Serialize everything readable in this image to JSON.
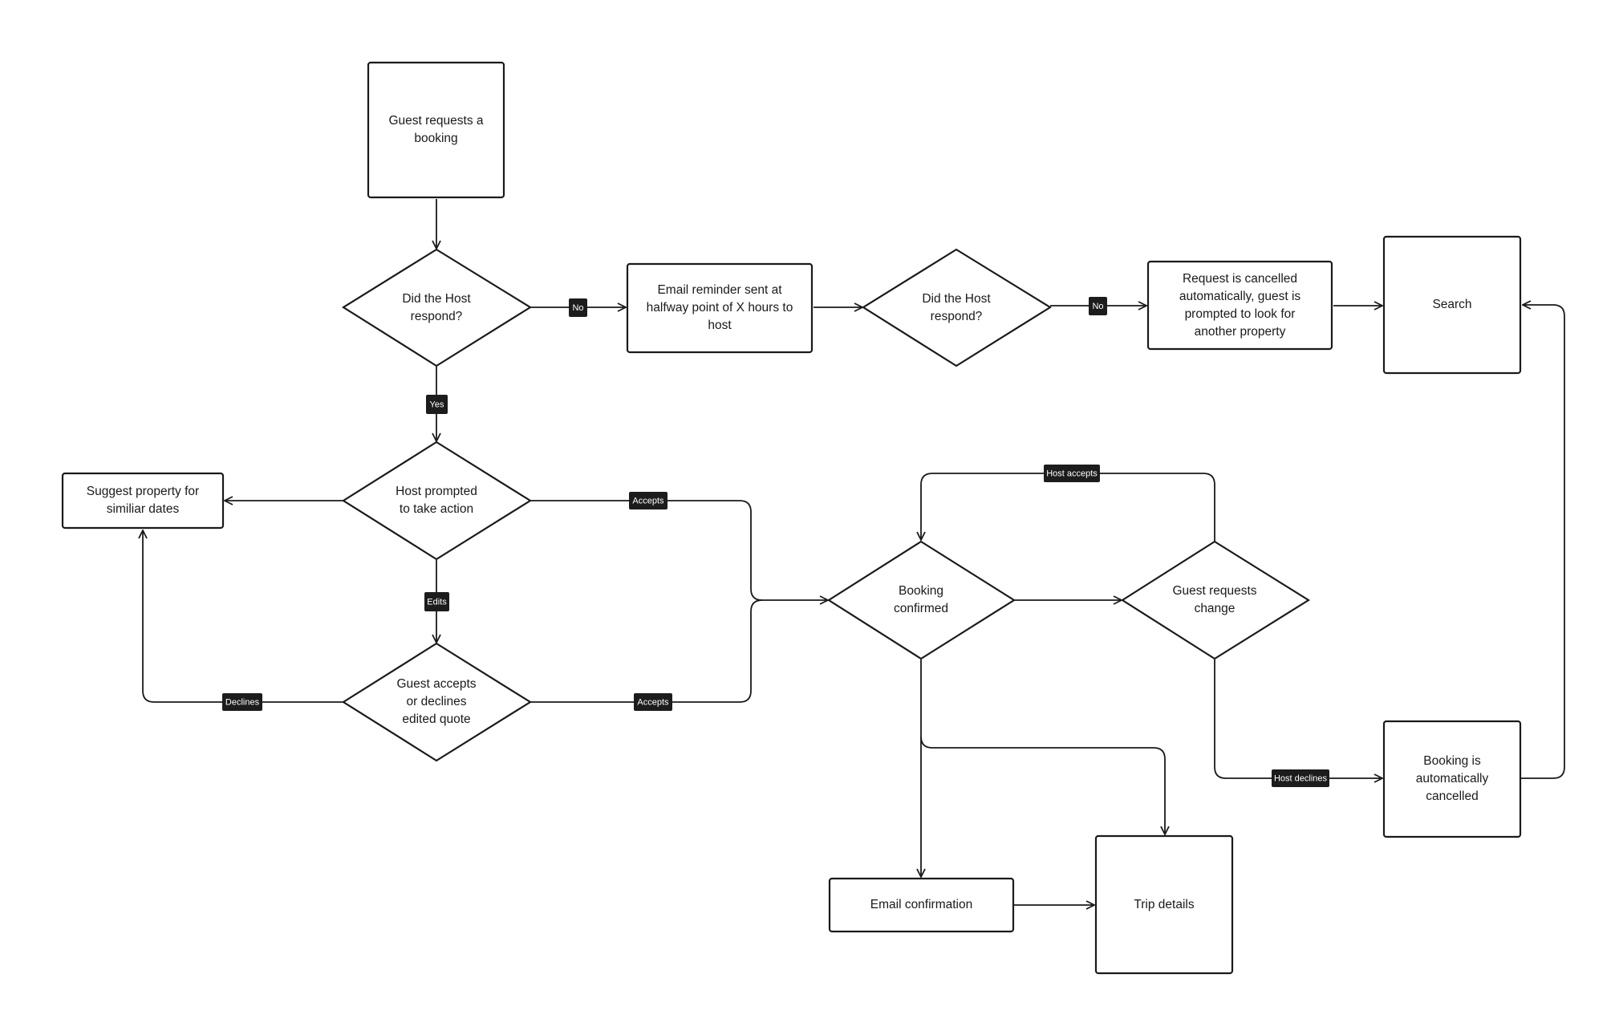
{
  "nodes": {
    "guest_requests_booking": {
      "lines": [
        "Guest requests a",
        "booking"
      ]
    },
    "did_host_respond_1": {
      "lines": [
        "Did the Host",
        "respond?"
      ]
    },
    "email_reminder": {
      "lines": [
        "Email reminder sent at",
        "halfway point of X hours to",
        "host"
      ]
    },
    "did_host_respond_2": {
      "lines": [
        "Did the Host",
        "respond?"
      ]
    },
    "request_cancelled": {
      "lines": [
        "Request is cancelled",
        "automatically, guest is",
        "prompted to look for",
        "another property"
      ]
    },
    "search": {
      "lines": [
        "Search"
      ]
    },
    "host_prompted": {
      "lines": [
        "Host prompted",
        "to take action"
      ]
    },
    "suggest_property": {
      "lines": [
        "Suggest property for",
        "similiar dates"
      ]
    },
    "guest_accepts_declines": {
      "lines": [
        "Guest accepts",
        "or declines",
        "edited quote"
      ]
    },
    "booking_confirmed": {
      "lines": [
        "Booking",
        "confirmed"
      ]
    },
    "guest_requests_change": {
      "lines": [
        "Guest requests",
        "change"
      ]
    },
    "booking_auto_cancelled": {
      "lines": [
        "Booking is",
        "automatically",
        "cancelled"
      ]
    },
    "email_confirmation": {
      "lines": [
        "Email confirmation"
      ]
    },
    "trip_details": {
      "lines": [
        "Trip details"
      ]
    }
  },
  "edge_labels": {
    "no_1": "No",
    "no_2": "No",
    "yes": "Yes",
    "edits": "Edits",
    "accepts_1": "Accepts",
    "accepts_2": "Accepts",
    "declines": "Declines",
    "host_accepts": "Host accepts",
    "host_declines": "Host declines"
  }
}
